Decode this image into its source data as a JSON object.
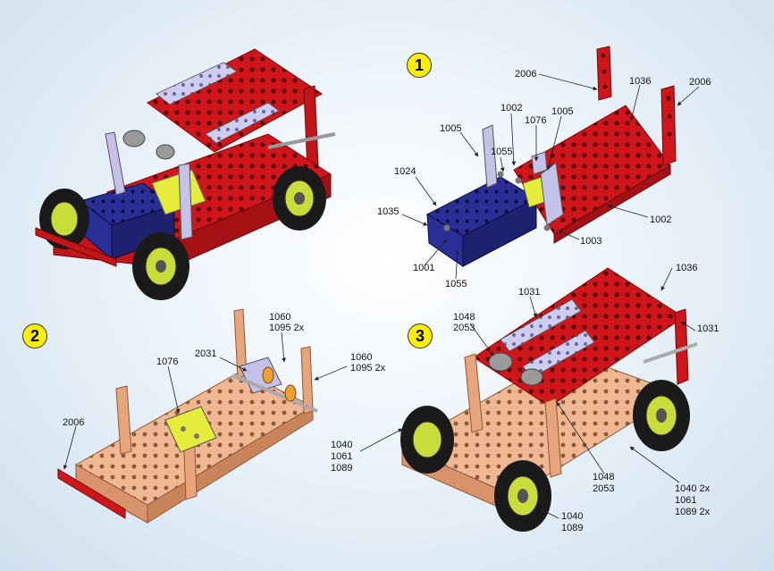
{
  "steps": [
    "1",
    "2",
    "3"
  ],
  "step1_labels": {
    "l2006a": "2006",
    "l1036": "1036",
    "l2006b": "2006",
    "l1002a": "1002",
    "l1076": "1076",
    "l1005a": "1005",
    "l1005b": "1005",
    "l1055a": "1055",
    "l1024": "1024",
    "l1035": "1035",
    "l1002b": "1002",
    "l1003": "1003",
    "l1001": "1001",
    "l1055b": "1055"
  },
  "step2_labels": {
    "l1060a": "1060",
    "l1095a": "1095 2x",
    "l1060b": "1060",
    "l1095b": "1095 2x",
    "l2031": "2031",
    "l1076": "1076",
    "l2006": "2006"
  },
  "step3_labels": {
    "l1036": "1036",
    "l1031a": "1031",
    "l1031b": "1031",
    "l1048a": "1048",
    "l2053a": "2053",
    "l1040a": "1040",
    "l1061a": "1061",
    "l1089a": "1089",
    "l1048b": "1048",
    "l2053b": "2053",
    "l1040b": "1040 2x",
    "l1061b": "1061",
    "l1089b": "1089 2x",
    "l1040c": "1040",
    "l1089c": "1089"
  },
  "colors": {
    "red": "#d0161b",
    "blue": "#242a8f",
    "yellow": "#e6ec3a",
    "lavender": "#c4c2e8",
    "copper": "#e8a57c",
    "tire": "#1a1a1a",
    "hub": "#c9dd3a",
    "badge": "#ffee00"
  }
}
